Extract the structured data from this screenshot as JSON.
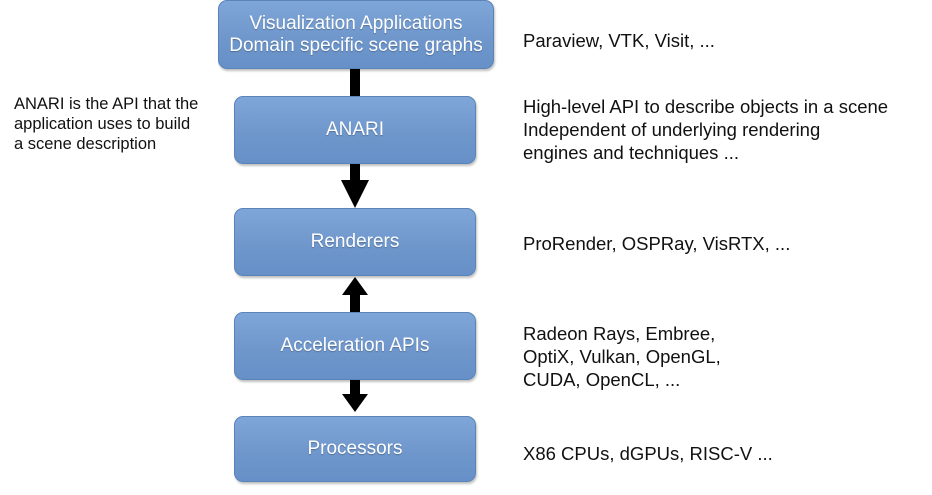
{
  "layers": [
    {
      "id": "visualization-applications",
      "lines": [
        "Visualization Applications",
        "Domain specific scene graphs"
      ],
      "description": [
        "Paraview, VTK, Visit, ..."
      ]
    },
    {
      "id": "anari",
      "lines": [
        "ANARI"
      ],
      "description": [
        "High-level API to describe objects in a scene",
        "Independent of underlying rendering",
        "engines and techniques ..."
      ]
    },
    {
      "id": "renderers",
      "lines": [
        "Renderers"
      ],
      "description": [
        "ProRender, OSPRay, VisRTX,  ..."
      ]
    },
    {
      "id": "acceleration-apis",
      "lines": [
        "Acceleration APIs"
      ],
      "description": [
        "Radeon Rays, Embree,",
        "OptiX, Vulkan, OpenGL,",
        "CUDA, OpenCL, ..."
      ]
    },
    {
      "id": "processors",
      "lines": [
        "Processors"
      ],
      "description": [
        "X86 CPUs, dGPUs, RISC-V ..."
      ]
    }
  ],
  "note": {
    "lines": [
      "ANARI is the API that the",
      "application uses to build",
      "a scene description"
    ]
  },
  "colors": {
    "box_fill": "#7199cd",
    "box_border": "#5a83b8",
    "box_text": "#ffffff",
    "arrow": "#000000",
    "text": "#111111"
  }
}
